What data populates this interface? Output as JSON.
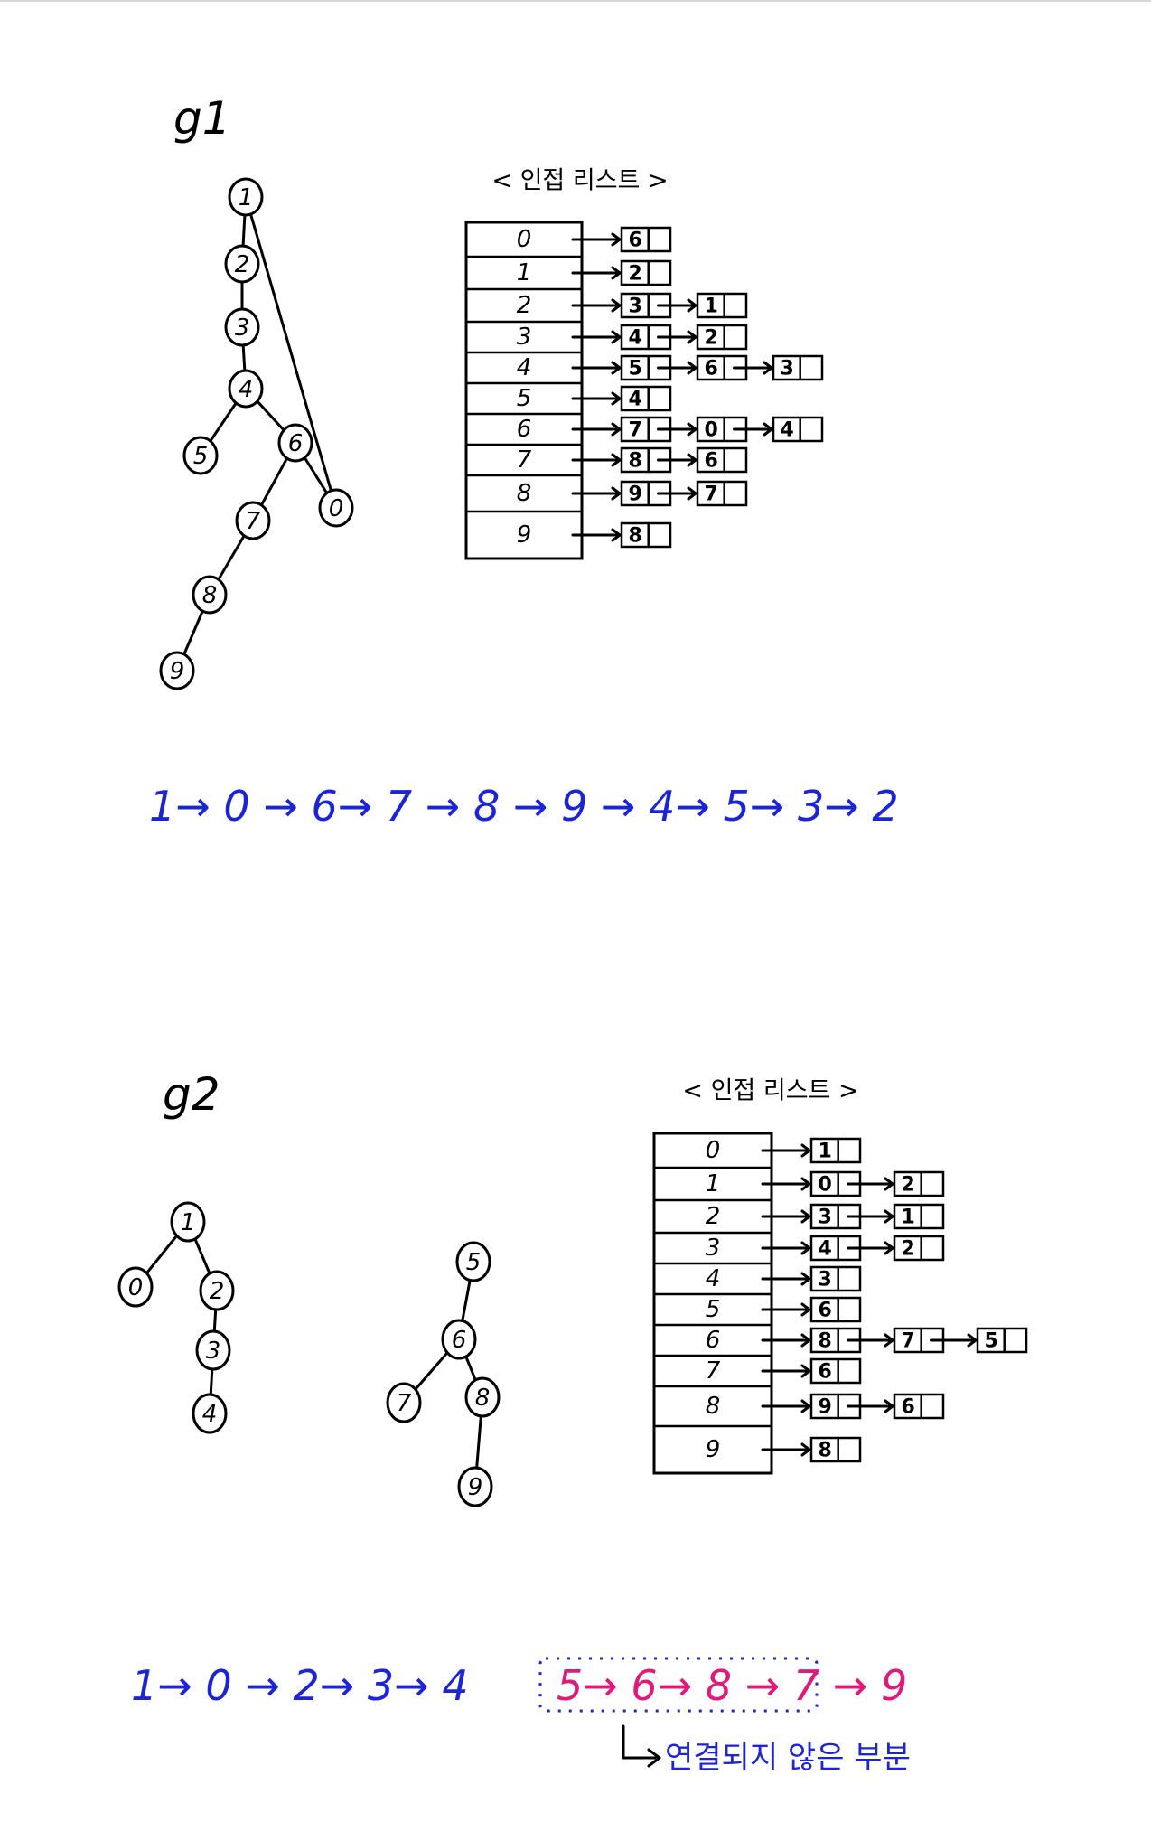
{
  "colors": {
    "ink": "#000000",
    "blue": "#1b24d6",
    "pink": "#e0197a"
  },
  "g1": {
    "title": "g1",
    "nodes": [
      {
        "id": "1",
        "label": "1"
      },
      {
        "id": "2",
        "label": "2"
      },
      {
        "id": "3",
        "label": "3"
      },
      {
        "id": "4",
        "label": "4"
      },
      {
        "id": "5",
        "label": "5"
      },
      {
        "id": "6",
        "label": "6"
      },
      {
        "id": "0",
        "label": "0"
      },
      {
        "id": "7",
        "label": "7"
      },
      {
        "id": "8",
        "label": "8"
      },
      {
        "id": "9",
        "label": "9"
      }
    ],
    "edges": [
      [
        "1",
        "2"
      ],
      [
        "2",
        "3"
      ],
      [
        "3",
        "4"
      ],
      [
        "4",
        "5"
      ],
      [
        "4",
        "6"
      ],
      [
        "1",
        "0"
      ],
      [
        "6",
        "0"
      ],
      [
        "6",
        "7"
      ],
      [
        "7",
        "8"
      ],
      [
        "8",
        "9"
      ]
    ],
    "adjacency_caption": "< 인접 리스트 >",
    "adjacency": [
      {
        "index": "0",
        "list": [
          "6"
        ]
      },
      {
        "index": "1",
        "list": [
          "2"
        ]
      },
      {
        "index": "2",
        "list": [
          "3",
          "1"
        ]
      },
      {
        "index": "3",
        "list": [
          "4",
          "2"
        ]
      },
      {
        "index": "4",
        "list": [
          "5",
          "6",
          "3"
        ]
      },
      {
        "index": "5",
        "list": [
          "4"
        ]
      },
      {
        "index": "6",
        "list": [
          "7",
          "0",
          "4"
        ]
      },
      {
        "index": "7",
        "list": [
          "8",
          "6"
        ]
      },
      {
        "index": "8",
        "list": [
          "9",
          "7"
        ]
      },
      {
        "index": "9",
        "list": [
          "8"
        ]
      }
    ],
    "traversal": "1→ 0 → 6→ 7 → 8 → 9 → 4→ 5→ 3→ 2"
  },
  "g2": {
    "title": "g2",
    "nodes": [
      {
        "id": "1",
        "label": "1"
      },
      {
        "id": "0",
        "label": "0"
      },
      {
        "id": "2",
        "label": "2"
      },
      {
        "id": "3",
        "label": "3"
      },
      {
        "id": "4",
        "label": "4"
      },
      {
        "id": "5",
        "label": "5"
      },
      {
        "id": "6",
        "label": "6"
      },
      {
        "id": "7",
        "label": "7"
      },
      {
        "id": "8",
        "label": "8"
      },
      {
        "id": "9",
        "label": "9"
      }
    ],
    "edges": [
      [
        "1",
        "0"
      ],
      [
        "1",
        "2"
      ],
      [
        "2",
        "3"
      ],
      [
        "3",
        "4"
      ],
      [
        "5",
        "6"
      ],
      [
        "6",
        "7"
      ],
      [
        "6",
        "8"
      ],
      [
        "8",
        "9"
      ]
    ],
    "adjacency_caption": "< 인접 리스트 >",
    "adjacency": [
      {
        "index": "0",
        "list": [
          "1"
        ]
      },
      {
        "index": "1",
        "list": [
          "0",
          "2"
        ]
      },
      {
        "index": "2",
        "list": [
          "3",
          "1"
        ]
      },
      {
        "index": "3",
        "list": [
          "4",
          "2"
        ]
      },
      {
        "index": "4",
        "list": [
          "3"
        ]
      },
      {
        "index": "5",
        "list": [
          "6"
        ]
      },
      {
        "index": "6",
        "list": [
          "8",
          "7",
          "5"
        ]
      },
      {
        "index": "7",
        "list": [
          "6"
        ]
      },
      {
        "index": "8",
        "list": [
          "9",
          "6"
        ]
      },
      {
        "index": "9",
        "list": [
          "8"
        ]
      }
    ],
    "traversal_connected": "1→ 0 → 2→ 3→ 4",
    "traversal_disconnected": "5→ 6→ 8 → 7 → 9",
    "note": "연결되지 않은 부분"
  }
}
